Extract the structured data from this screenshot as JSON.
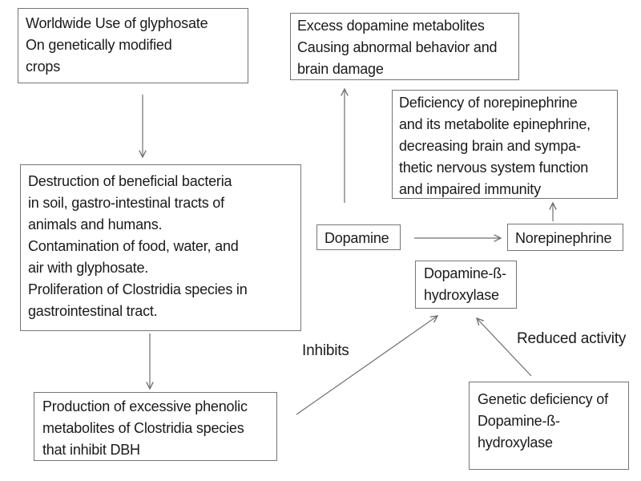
{
  "boxes": {
    "worldwide": {
      "text": "Worldwide Use of glyphosate\nOn genetically modified\ncrops"
    },
    "excess": {
      "text": "Excess dopamine metabolites\nCausing abnormal behavior and\nbrain damage"
    },
    "deficiency": {
      "text": "Deficiency of norepinephrine\nand its metabolite epinephrine,\ndecreasing brain and sympa-\nthetic nervous system function\nand impaired immunity"
    },
    "destruction": {
      "text": "Destruction of beneficial bacteria\nin soil, gastro-intestinal tracts of\nanimals and humans.\nContamination of food, water, and\nair with glyphosate.\nProliferation of Clostridia species in\ngastrointestinal tract."
    },
    "production": {
      "text": "Production of excessive phenolic\nmetabolites of Clostridia species\nthat inhibit DBH"
    },
    "dopamine": {
      "text": "Dopamine"
    },
    "norepinephrine": {
      "text": "Norepinephrine"
    },
    "dbh": {
      "text": "Dopamine-ß-\nhydroxylase"
    },
    "genetic": {
      "text": "Genetic deficiency of\nDopamine-ß-\nhydroxylase"
    }
  },
  "labels": {
    "inhibits": "Inhibits",
    "reduced_activity": "Reduced activity"
  },
  "edges": [
    {
      "from": "worldwide",
      "to": "destruction"
    },
    {
      "from": "destruction",
      "to": "production"
    },
    {
      "from": "dopamine",
      "to": "excess"
    },
    {
      "from": "dopamine",
      "to": "norepinephrine"
    },
    {
      "from": "norepinephrine",
      "to": "deficiency"
    },
    {
      "from": "production",
      "to": "dbh",
      "label": "Inhibits"
    },
    {
      "from": "genetic",
      "to": "dbh",
      "label": "Reduced activity"
    }
  ],
  "colors": {
    "background": "#ffffff",
    "box_border": "#757575",
    "arrow": "#6e6e6e",
    "text": "#1a1a1a"
  }
}
